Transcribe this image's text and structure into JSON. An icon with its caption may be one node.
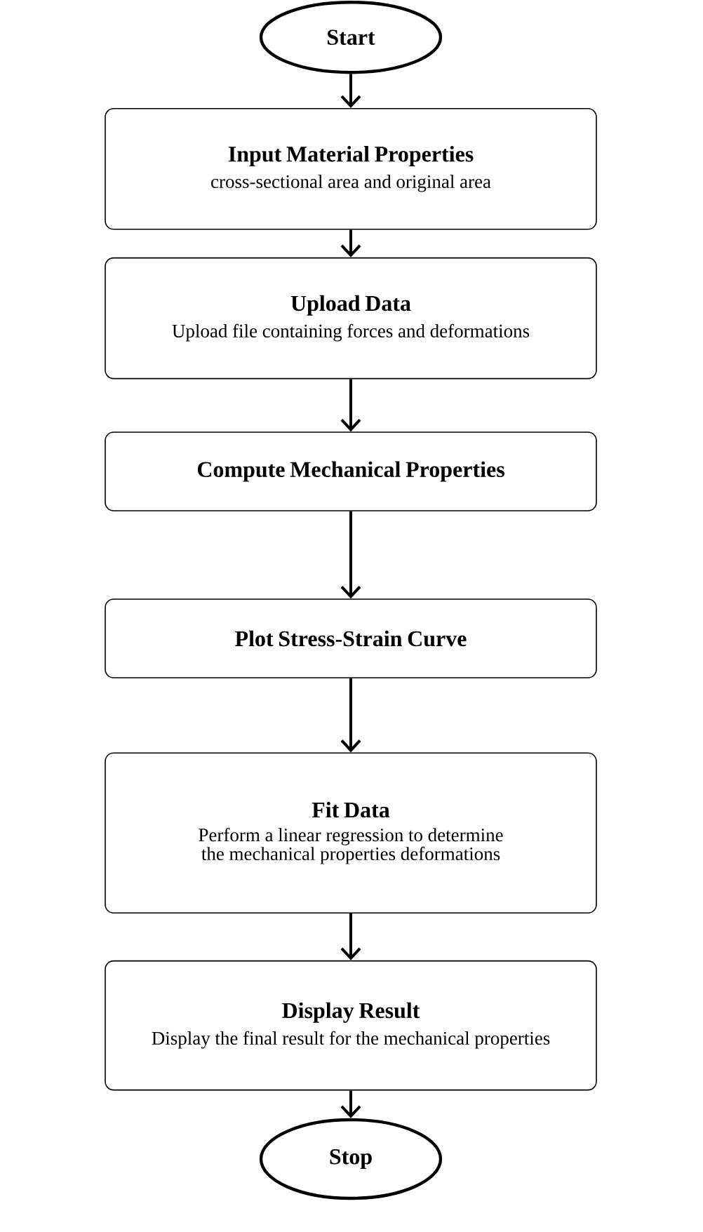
{
  "diagram": {
    "nodes": [
      {
        "text": [
          "Start"
        ]
      },
      {
        "text": [
          "Input Material Properties",
          "cross-sectional area and original area"
        ]
      },
      {
        "text": [
          "Upload Data",
          "Upload file containing forces and deformations"
        ]
      },
      {
        "text": [
          "Compute Mechanical Properties"
        ]
      },
      {
        "text": [
          "Plot Stress-Strain Curve"
        ]
      },
      {
        "text": [
          "Fit Data",
          "Perform a linear regression to determine the mechanical properties deformations"
        ]
      },
      {
        "text": [
          "Display Result",
          "Display the final result for the mechanical properties"
        ]
      },
      {
        "text": [
          "Stop"
        ]
      }
    ],
    "edges": [
      {
        "from": 0,
        "to": 1,
        "arrow": "to"
      },
      {
        "from": 1,
        "to": 2,
        "arrow": "to"
      },
      {
        "from": 2,
        "to": 3,
        "arrow": "to"
      },
      {
        "from": 3,
        "to": 4,
        "arrow": "to"
      },
      {
        "from": 4,
        "to": 5,
        "arrow": "to"
      },
      {
        "from": 5,
        "to": 6,
        "arrow": "to"
      },
      {
        "from": 6,
        "to": 7,
        "arrow": "to"
      }
    ]
  }
}
